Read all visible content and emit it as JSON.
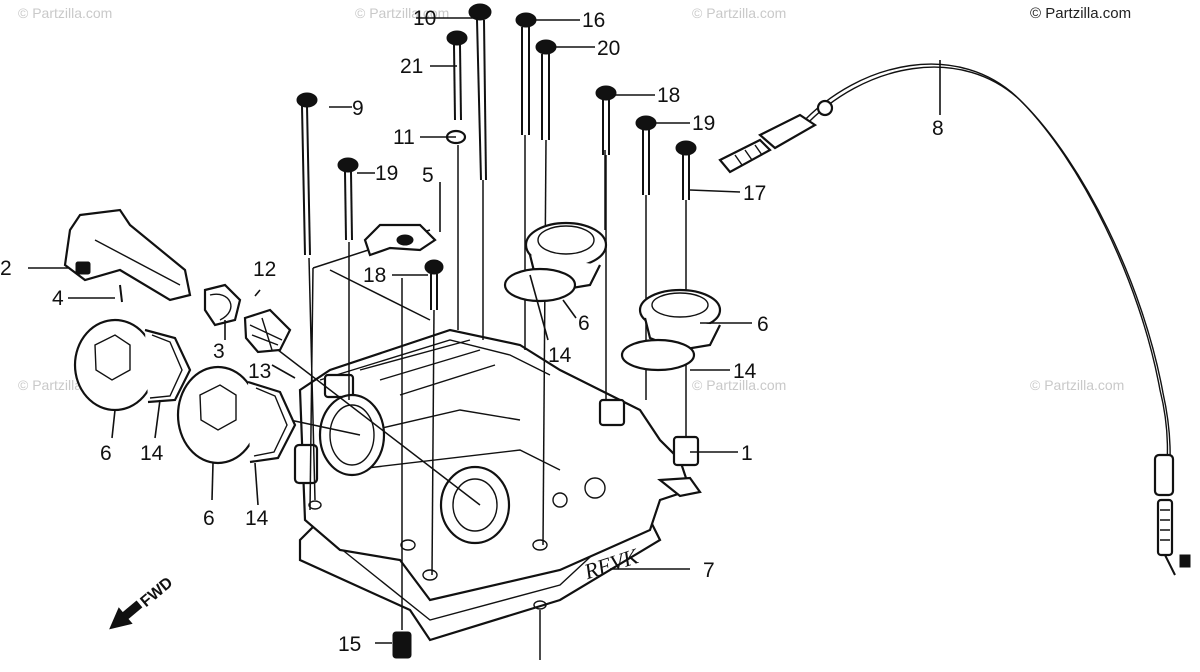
{
  "copyright": "© Partzilla.com",
  "watermark": "© Partzilla.com",
  "fwd_label": "FWD",
  "callouts": {
    "c1": "1",
    "c2": "2",
    "c3": "3",
    "c4": "4",
    "c5": "5",
    "c6a": "6",
    "c6b": "6",
    "c6c": "6",
    "c6d": "6",
    "c7": "7",
    "c8": "8",
    "c9": "9",
    "c10": "10",
    "c11": "11",
    "c12": "12",
    "c13": "13",
    "c14a": "14",
    "c14b": "14",
    "c14c": "14",
    "c14d": "14",
    "c15": "15",
    "c16": "16",
    "c17": "17",
    "c18a": "18",
    "c18b": "18",
    "c19a": "19",
    "c19b": "19",
    "c20": "20",
    "c21": "21"
  }
}
